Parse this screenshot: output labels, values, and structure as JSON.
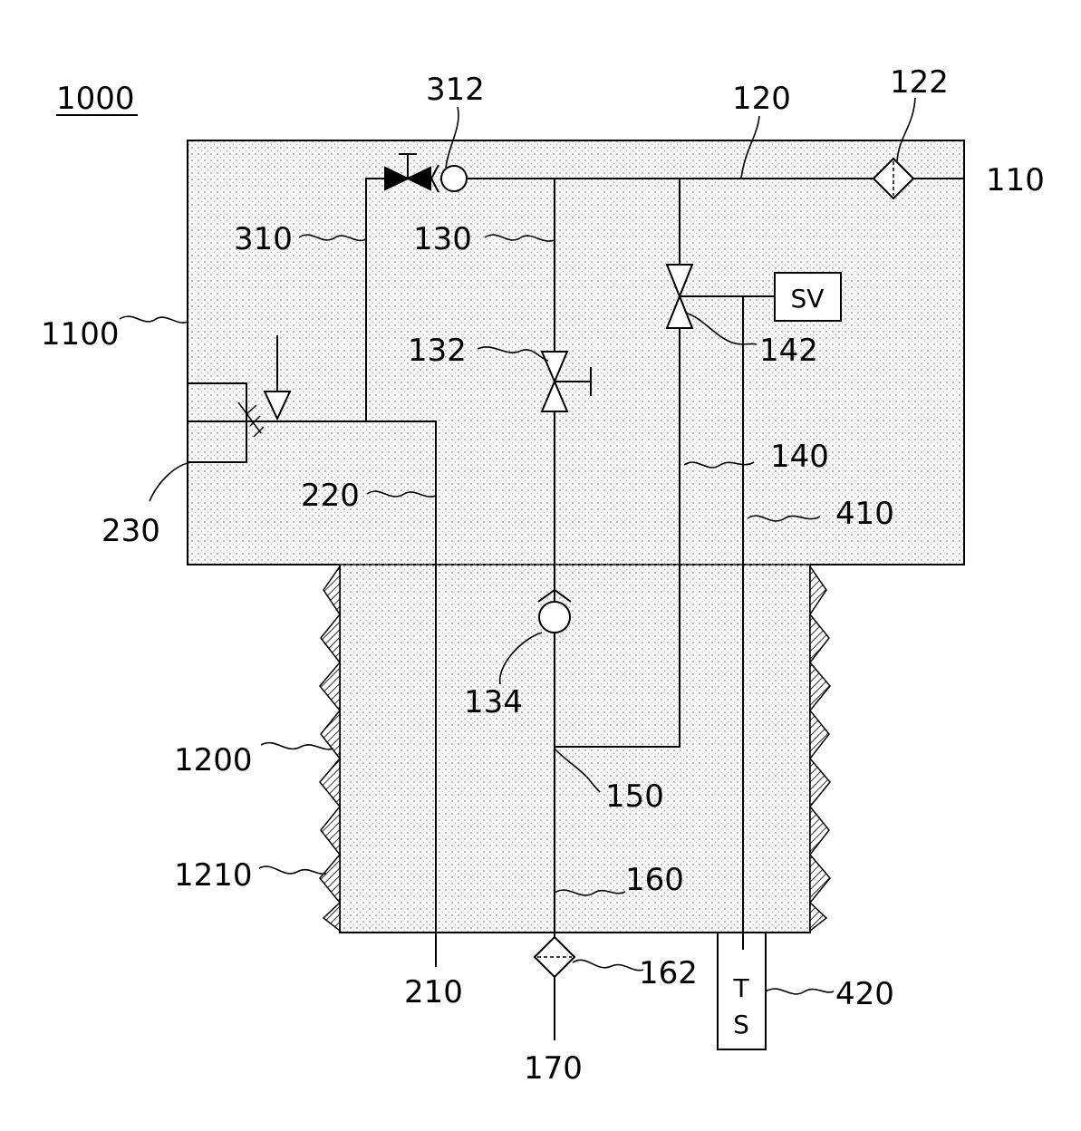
{
  "diagram": {
    "title_ref": "1000",
    "labels": {
      "l312": "312",
      "l120": "120",
      "l122": "122",
      "l110": "110",
      "l310": "310",
      "l130": "130",
      "l1100": "1100",
      "l132": "132",
      "l142": "142",
      "l140": "140",
      "l410": "410",
      "l220": "220",
      "l230": "230",
      "l134": "134",
      "l1200": "1200",
      "l150": "150",
      "l1210": "1210",
      "l160": "160",
      "l162": "162",
      "l210": "210",
      "l420": "420",
      "l170": "170"
    },
    "boxes": {
      "sv": "SV",
      "ts_t": "T",
      "ts_s": "S"
    }
  }
}
